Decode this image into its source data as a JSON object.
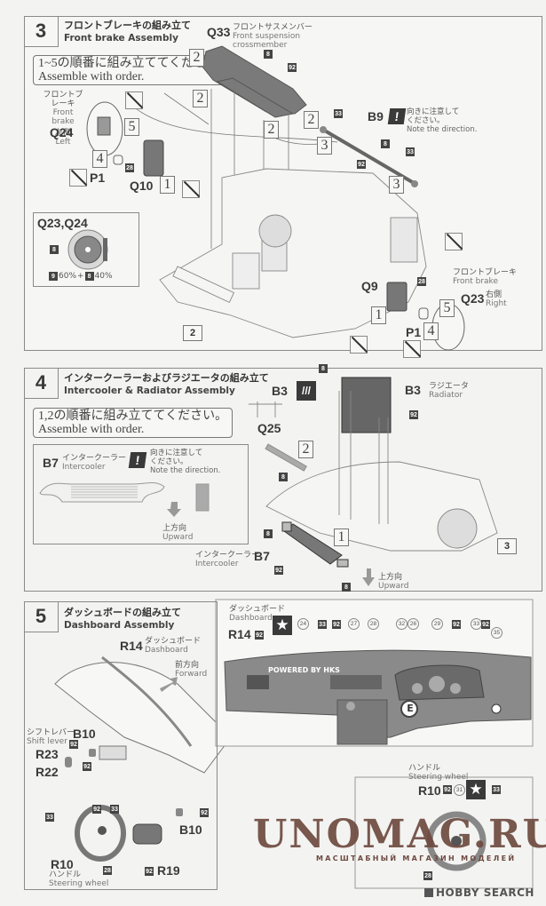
{
  "steps": [
    {
      "number": "3",
      "title_jp": "フロントブレーキの組み立て",
      "title_en": "Front brake Assembly",
      "order_note_jp": "1~5の順番に組み立ててください。",
      "order_note_en": "Assemble with order.",
      "parts": {
        "q33": {
          "code": "Q33",
          "jp": "フロントサスメンバー",
          "en1": "Front suspension",
          "en2": "crossmember"
        },
        "q24": {
          "code": "Q24",
          "jp": "フロントブレーキ",
          "en": "Front brake",
          "side_jp": "左側",
          "side_en": "Left"
        },
        "q23": {
          "code": "Q23",
          "jp": "フロントブレーキ",
          "en": "Front brake",
          "side_jp": "右側",
          "side_en": "Right"
        },
        "q10": "Q10",
        "q9": "Q9",
        "p1": "P1",
        "b9": "B9"
      },
      "direction_note": {
        "jp1": "向きに注意して",
        "jp2": "ください。",
        "en": "Note the direction."
      },
      "detail_box": {
        "title": "Q23,Q24",
        "paint_a": "9",
        "pct_a": "60%",
        "plus": "+",
        "paint_b": "8",
        "pct_b": "40%",
        "paint_disc": "8"
      },
      "paint_codes": [
        "8",
        "92",
        "33",
        "8",
        "92",
        "33",
        "28",
        "28",
        "8"
      ],
      "order_marks": [
        "1",
        "2",
        "3",
        "4",
        "5"
      ],
      "ref_step": "2"
    },
    {
      "number": "4",
      "title_jp": "インタークーラーおよびラジエータの組み立て",
      "title_en": "Intercooler & Radiator Assembly",
      "order_note_jp": "1,2の順番に組み立ててください。",
      "order_note_en": "Assemble with order.",
      "parts": {
        "b3": {
          "code": "B3",
          "jp": "ラジエータ",
          "en": "Radiator"
        },
        "b3_decal": "B3",
        "q25": "Q25",
        "b7": {
          "code": "B7",
          "jp": "インタークーラー",
          "en": "Intercooler"
        }
      },
      "detail_box": {
        "code": "B7",
        "jp": "インタークーラー",
        "en": "Intercooler",
        "note_jp1": "向きに注意して",
        "note_jp2": "ください。",
        "note_en": "Note the direction.",
        "upward_jp": "上方向",
        "upward_en": "Upward"
      },
      "upward_jp": "上方向",
      "upward_en": "Upward",
      "paint_codes": [
        "8",
        "92",
        "8",
        "8",
        "92",
        "8"
      ],
      "order_marks": [
        "1",
        "2"
      ],
      "ref_step": "3"
    },
    {
      "number": "5",
      "title_jp": "ダッシュボードの組み立て",
      "title_en": "Dashboard Assembly",
      "parts": {
        "r14": {
          "code": "R14",
          "jp": "ダッシュボード",
          "en": "Dashboard"
        },
        "forward_jp": "前方向",
        "forward_en": "Forward",
        "b10": {
          "code": "B10",
          "jp": "シフトレバー",
          "en": "Shift lever"
        },
        "b10b": "B10",
        "r23": "R23",
        "r22": "R22",
        "r10": {
          "code": "R10",
          "jp": "ハンドル",
          "en": "Steering wheel"
        },
        "r19": "R19"
      },
      "dash_detail": {
        "jp": "ダッシュボード",
        "en": "Dashboard",
        "code": "R14",
        "callouts": [
          "92",
          "24",
          "33",
          "92",
          "27",
          "28",
          "32",
          "26",
          "29",
          "92",
          "33",
          "92",
          "35"
        ],
        "logo_text": "POWERED BY HKS",
        "marker": "E"
      },
      "wheel_detail": {
        "jp": "ハンドル",
        "en": "Steering wheel",
        "code": "R10",
        "callouts": [
          "92",
          "31",
          "33",
          "28"
        ]
      },
      "paint_codes": [
        "92",
        "92",
        "92",
        "33",
        "92",
        "33",
        "28",
        "92",
        "92"
      ]
    }
  ],
  "watermark": {
    "main": "UNOMAG.RU",
    "sub": "МАСШТАБНЫЙ МАГАЗИН МОДЕЛЕЙ"
  },
  "credit": "HOBBY SEARCH"
}
